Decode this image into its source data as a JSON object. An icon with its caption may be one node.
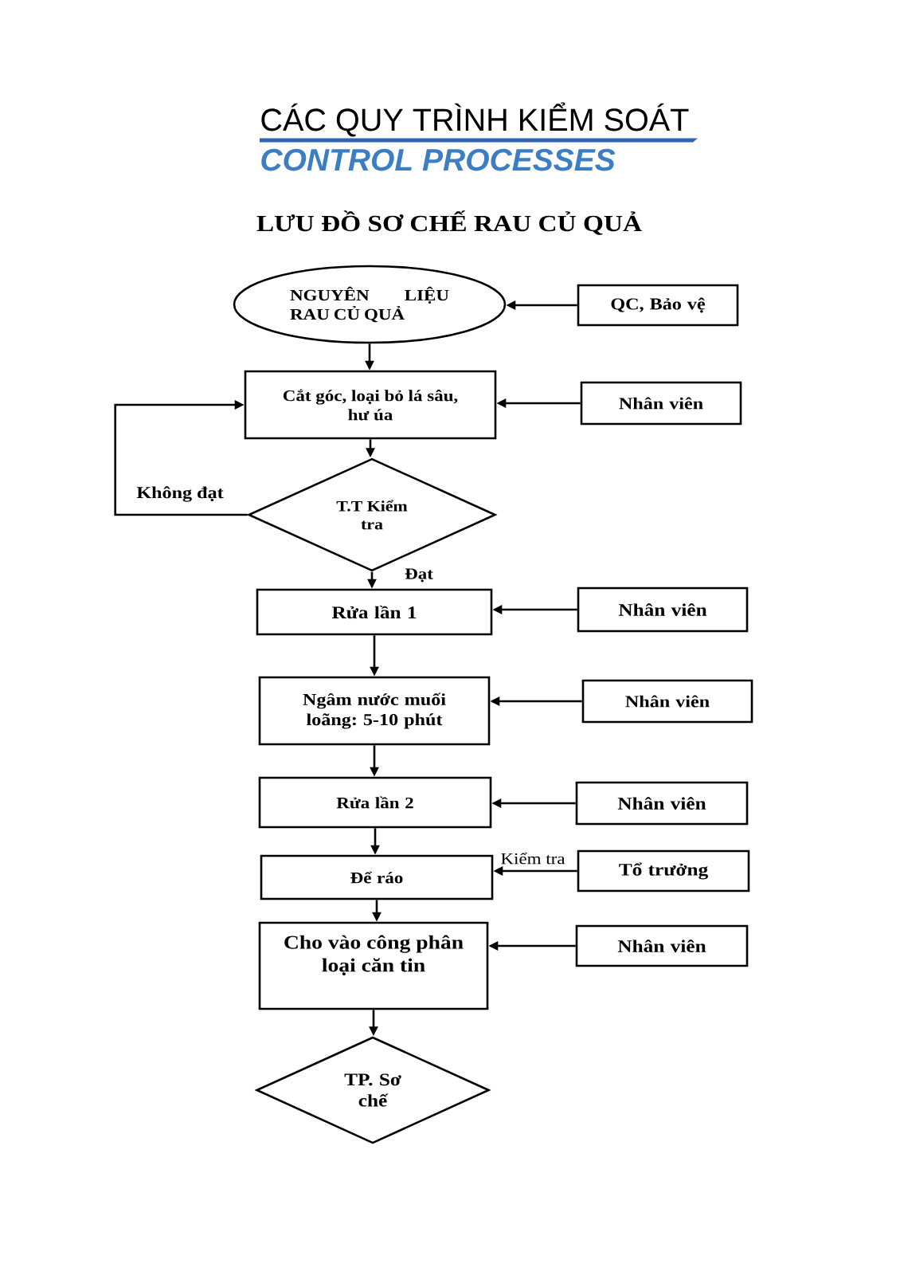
{
  "diagram": {
    "title": "LƯU ĐỒ SƠ CHẾ RAU CỦ QUẢ",
    "nodes": [
      {
        "text": [
          "NGUYÊN LIỆU RAU CỦ QUẢ"
        ]
      },
      {
        "text": [
          "QC, Bảo vệ"
        ]
      },
      {
        "text": [
          "Cắt góc, loại bỏ lá sâu, hư úa"
        ]
      },
      {
        "text": [
          "Nhân viên"
        ]
      },
      {
        "text": [
          "T.T Kiểm tra"
        ]
      },
      {
        "text": [
          "Rửa lần 1"
        ]
      },
      {
        "text": [
          "Nhân viên"
        ]
      },
      {
        "text": [
          "Ngâm nước muối loãng: 5-10 phút"
        ]
      },
      {
        "text": [
          "Nhân viên"
        ]
      },
      {
        "text": [
          "Rửa lần 2"
        ]
      },
      {
        "text": [
          "Nhân viên"
        ]
      },
      {
        "text": [
          "Để ráo"
        ]
      },
      {
        "text": [
          "Tổ trưởng"
        ]
      },
      {
        "text": [
          "Cho vào công phân loại căn tin"
        ]
      },
      {
        "text": [
          "Nhân viên"
        ]
      },
      {
        "text": [
          "TP. Sơ chế"
        ]
      }
    ],
    "edges": [
      {
        "from": 1,
        "to": 0,
        "arrow": "to"
      },
      {
        "from": 0,
        "to": 2,
        "arrow": "to"
      },
      {
        "from": 3,
        "to": 2,
        "arrow": "to"
      },
      {
        "from": 2,
        "to": 4,
        "arrow": "to"
      },
      {
        "from": 4,
        "to": 2,
        "arrow": "to",
        "label": "Không đạt"
      },
      {
        "from": 4,
        "to": 5,
        "arrow": "to",
        "label": "Đạt"
      },
      {
        "from": 6,
        "to": 5,
        "arrow": "to"
      },
      {
        "from": 5,
        "to": 7,
        "arrow": "to"
      },
      {
        "from": 8,
        "to": 7,
        "arrow": "to"
      },
      {
        "from": 7,
        "to": 9,
        "arrow": "to"
      },
      {
        "from": 10,
        "to": 9,
        "arrow": "to"
      },
      {
        "from": 9,
        "to": 11,
        "arrow": "to"
      },
      {
        "from": 12,
        "to": 11,
        "arrow": "to",
        "label": "Kiểm tra"
      },
      {
        "from": 11,
        "to": 13,
        "arrow": "to"
      },
      {
        "from": 14,
        "to": 13,
        "arrow": "to"
      },
      {
        "from": 13,
        "to": 15,
        "arrow": "to"
      }
    ],
    "labels": [
      "CÁC QUY TRÌNH KIỂM SOÁT",
      "CONTROL PROCESSES"
    ]
  }
}
